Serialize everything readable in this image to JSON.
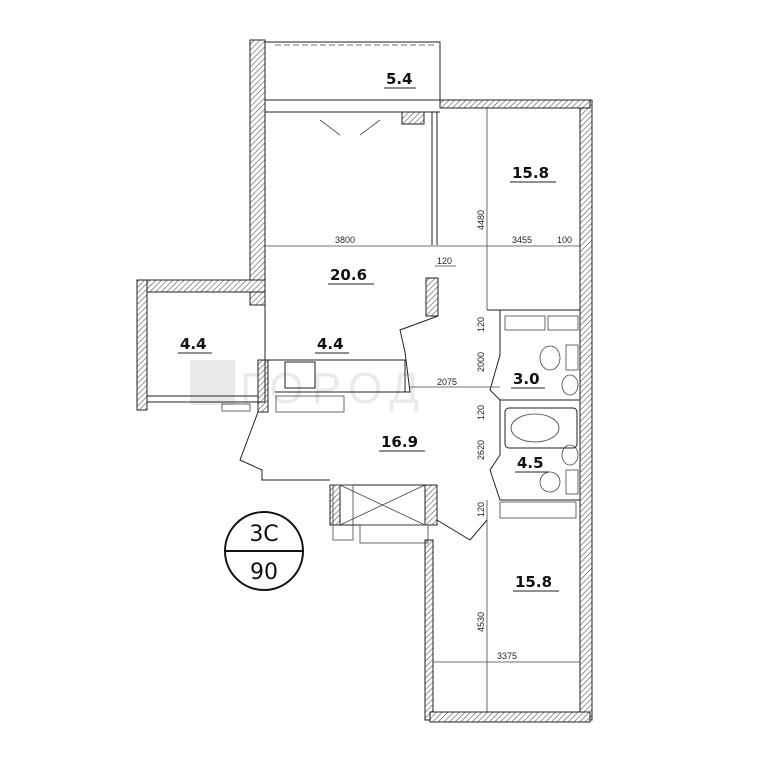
{
  "rooms": {
    "balcony": "5.4",
    "bedroom_top": "15.8",
    "living": "20.6",
    "loggia": "4.4",
    "kitchen": "4.4",
    "wc": "3.0",
    "hall": "16.9",
    "bathroom": "4.5",
    "bedroom_bottom": "15.8"
  },
  "dimensions": {
    "living_width": "3800",
    "bedroom_top_width": "3455",
    "wall_right": "100",
    "partition_1": "120",
    "bedroom_top_depth": "4480",
    "wc_wall_top": "120",
    "wc_depth": "2000",
    "corridor_width": "2075",
    "bath_wall_top": "120",
    "bath_depth": "2620",
    "bath_wall_bottom": "120",
    "bedroom_bottom_depth": "4530",
    "bedroom_bottom_width": "3375"
  },
  "badge": {
    "type": "3C",
    "area": "90"
  },
  "watermark": "ГОРОД"
}
